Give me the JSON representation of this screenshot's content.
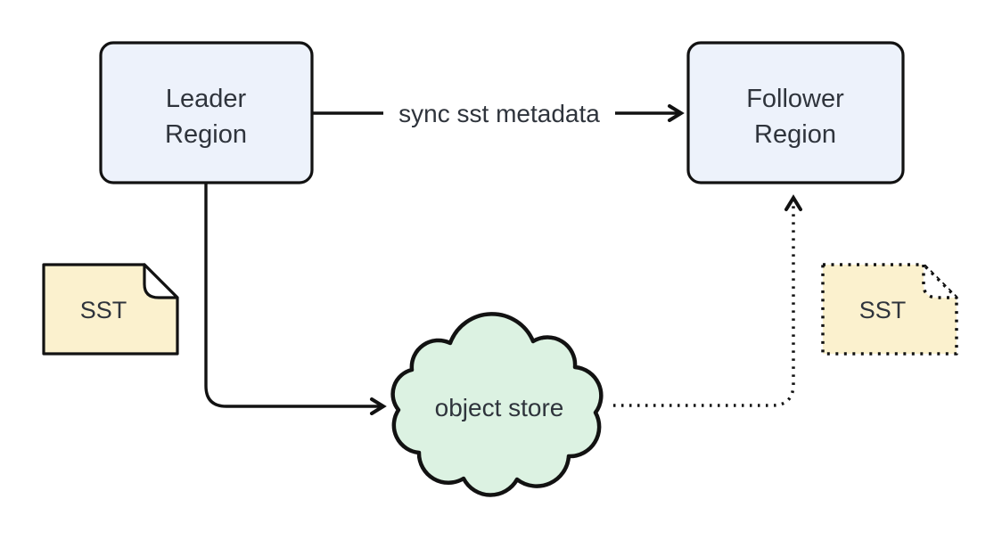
{
  "diagram": {
    "type": "flow-diagram",
    "description": "SST replication between regions via object store",
    "background": "#ffffff",
    "colors": {
      "node_fill": "#edf2fb",
      "cloud_fill": "#dcf2e2",
      "doc_fill": "#fbf1ce",
      "fold_fill": "#ffffff",
      "stroke": "#121212",
      "text": "#2f343c"
    },
    "nodes": {
      "leader_region": {
        "label_line1": "Leader",
        "label_line2": "Region",
        "shape": "rounded-rect",
        "fill": "#edf2fb",
        "border_style": "solid"
      },
      "follower_region": {
        "label_line1": "Follower",
        "label_line2": "Region",
        "shape": "rounded-rect",
        "fill": "#edf2fb",
        "border_style": "solid"
      },
      "object_store": {
        "label": "object store",
        "shape": "cloud",
        "fill": "#dcf2e2",
        "border_style": "solid"
      },
      "sst_leader": {
        "label": "SST",
        "shape": "document",
        "fill": "#fbf1ce",
        "border_style": "solid"
      },
      "sst_follower": {
        "label": "SST",
        "shape": "document",
        "fill": "#fbf1ce",
        "border_style": "dotted"
      }
    },
    "edges": [
      {
        "from": "leader_region",
        "to": "follower_region",
        "label": "sync sst metadata",
        "style": "solid-arrow"
      },
      {
        "from": "leader_region",
        "to": "object_store",
        "label": "",
        "style": "solid-arrow"
      },
      {
        "from": "object_store",
        "to": "follower_region",
        "label": "",
        "style": "dotted-arrow"
      }
    ]
  }
}
